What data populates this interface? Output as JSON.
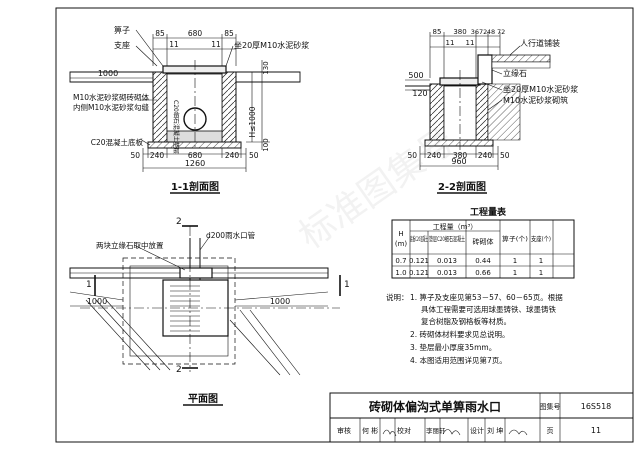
{
  "section11": {
    "labels": {
      "grate": "箅子",
      "seat": "支座",
      "mortar_bed": "坐20厚M10水泥砂浆",
      "masonry": "M10水泥砂浆砌砖砌体",
      "inner_plaster": "内侧M10水泥砂浆勾缝",
      "pipe_cushion": "C20细石混凝土垫层",
      "base_slab": "C20混凝土底板",
      "h_note": "H≤1000"
    },
    "dims": {
      "top_85": "85",
      "top_680": "680",
      "top_85b": "85",
      "top_11": "11",
      "top_11b": "11",
      "left_1000": "1000",
      "right_130": "130",
      "bot_50a": "50",
      "bot_240a": "240",
      "bot_680": "680",
      "bot_240b": "240",
      "bot_50b": "50",
      "bot_1260": "1260",
      "right_100": "100"
    },
    "title": "1-1剖面图"
  },
  "section22": {
    "labels": {
      "pavement": "人行道铺装",
      "curb": "立缘石",
      "mortar_bed": "坐20厚M10水泥砂浆",
      "masonry": "M10水泥砂浆砌筑"
    },
    "dims": {
      "top_85": "85",
      "top_380": "380",
      "top_3672": "3672",
      "top_48": "48",
      "top_72": "72",
      "top_11": "11",
      "top_11b": "11",
      "left_500": "500",
      "left_120": "120",
      "bot_50a": "50",
      "bot_240a": "240",
      "bot_380": "380",
      "bot_240b": "240",
      "bot_50b": "50",
      "bot_960": "960"
    },
    "title": "2-2剖面图"
  },
  "plan": {
    "labels": {
      "curb_gap": "两块立缘石取中放置",
      "pipe": "d200雨水口管",
      "left_1000": "1000",
      "right_1000": "1000"
    },
    "section_marks": {
      "mark_1": "1",
      "mark_2": "2"
    },
    "title": "平面图"
  },
  "quantity_table": {
    "title": "工程量表",
    "header_h": "H\n(m)",
    "header_work": "工程量（m³）",
    "header_base": "底板C20混凝土",
    "header_cushion": "垫层C20细石混凝土",
    "header_brick": "砖砌体",
    "header_grate": "箅子(个)",
    "header_seat": "支座(个)",
    "rows": [
      {
        "h": "0.7",
        "base": "0.121",
        "cushion": "0.013",
        "brick": "0.44",
        "grate": "1",
        "seat": "1"
      },
      {
        "h": "1.0",
        "base": "0.121",
        "cushion": "0.013",
        "brick": "0.66",
        "grate": "1",
        "seat": "1"
      }
    ]
  },
  "notes": {
    "heading": "说明：",
    "items": [
      "1. 箅子及支座见第53－57、60－65页。根据",
      "具体工程需要可选用球墨铸铁、球墨铸铁",
      "复合树脂及钢格板等材质。",
      "2. 砖砌体材料要求见总说明。",
      "3. 垫层最小厚度35mm。",
      "4. 本图适用范围详见第7页。"
    ]
  },
  "title_block": {
    "drawing_title": "砖砌体偏沟式单箅雨水口",
    "atlas_label": "图集号",
    "atlas_no": "16S518",
    "review_label": "审核",
    "review_name": "何 彬",
    "check_label": "校对",
    "check_name": "李丽轩",
    "design_label": "设计",
    "design_name": "刘 坤",
    "page_label": "页",
    "page_no": "11"
  },
  "watermark": "标准图集号"
}
